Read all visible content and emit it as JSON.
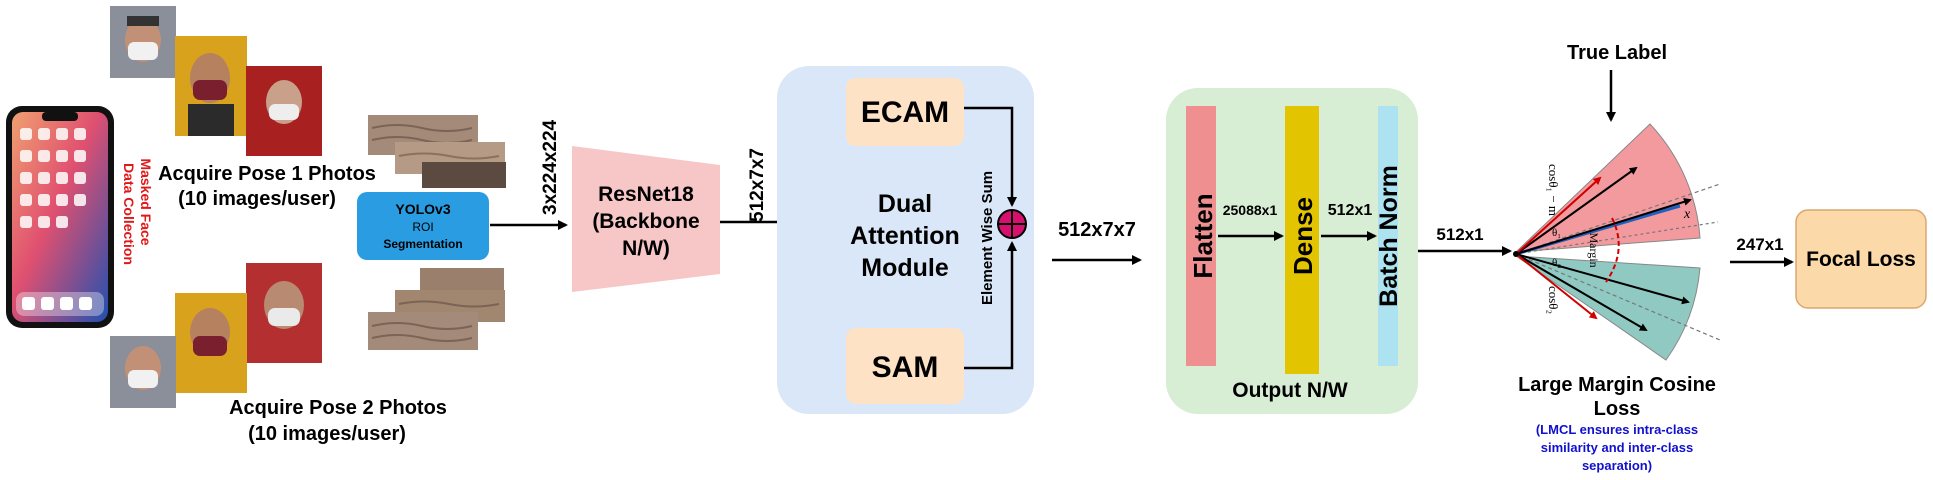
{
  "collection": {
    "pose1_title": "Acquire Pose 1 Photos",
    "pose1_sub": "(10 images/user)",
    "pose2_title": "Acquire Pose 2 Photos",
    "pose2_sub": "(10 images/user)",
    "vertical_label_line1": "Masked Face",
    "vertical_label_line2": "Data Collection"
  },
  "yolo": {
    "line1": "YOLOv3",
    "line2": "ROI",
    "line3": "Segmentation"
  },
  "dims": {
    "input": "3x224x224",
    "backbone_out": "512x7x7",
    "attention_out": "512x7x7",
    "flatten_out": "25088x1",
    "dense_out": "512x1",
    "head_out": "512x1",
    "loss_out": "247x1"
  },
  "backbone": {
    "line1": "ResNet18",
    "line2": "(Backbone",
    "line3": "N/W)"
  },
  "attention": {
    "top": "ECAM",
    "bottom": "SAM",
    "title_line1": "Dual",
    "title_line2": "Attention",
    "title_line3": "Module",
    "sum_label": "Element Wise Sum"
  },
  "output_net": {
    "flatten": "Flatten",
    "dense": "Dense",
    "batchnorm": "Batch Norm",
    "caption": "Output N/W"
  },
  "lmcl": {
    "true_label": "True Label",
    "title_line1": "Large Margin Cosine",
    "title_line2": "Loss",
    "note_line1": "(LMCL ensures intra-class",
    "note_line2": "similarity and inter-class",
    "note_line3": "separation)",
    "cos1": "cosθ₁ − m",
    "cos2": "cosθ₂",
    "margin": "Margin",
    "x": "x",
    "theta1": "θ₁",
    "theta2": "θ₂"
  },
  "focal": {
    "label": "Focal Loss"
  },
  "colors": {
    "yolo": "#2a9de2",
    "backbone": "#f7c6c6",
    "attention_bg": "#dae7f8",
    "attention_box": "#fde2c5",
    "output_bg": "#d8eed4",
    "flatten": "#ef8f8f",
    "dense": "#e3c400",
    "batchnorm": "#ade3f0",
    "focal": "#fcd9a8",
    "red_text": "#e01818",
    "blue_text": "#1010d0",
    "sum": "#d6106e",
    "sector_red": "#f39a9f",
    "sector_teal": "#8fc9c1"
  }
}
